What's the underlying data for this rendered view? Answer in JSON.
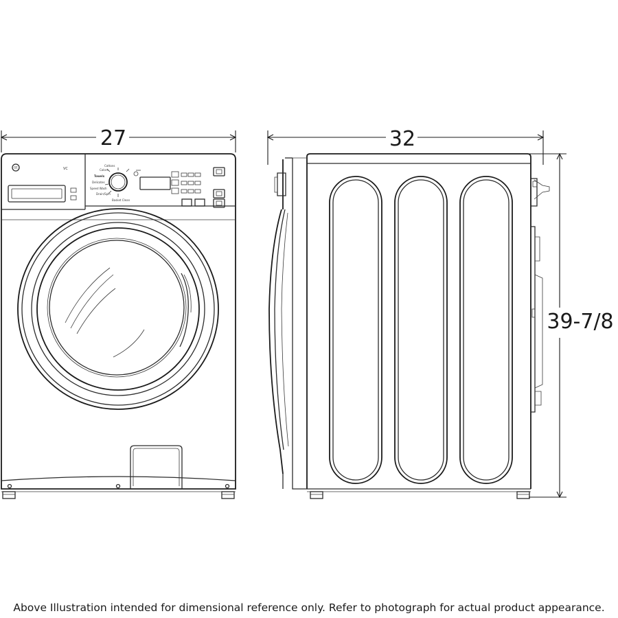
{
  "dimensions": {
    "width": "27",
    "depth": "32",
    "height": "39-7/8"
  },
  "control_panel": {
    "brand_mark": "GE",
    "model_tag": "VC",
    "cycles": [
      "Cottons",
      "Colors",
      "Towels",
      "Delicates",
      "Speed Wash",
      "Drain/Spin",
      "Basket Clean"
    ]
  },
  "caption": "Above Illustration intended for dimensional reference only. Refer to photograph for actual product appearance."
}
